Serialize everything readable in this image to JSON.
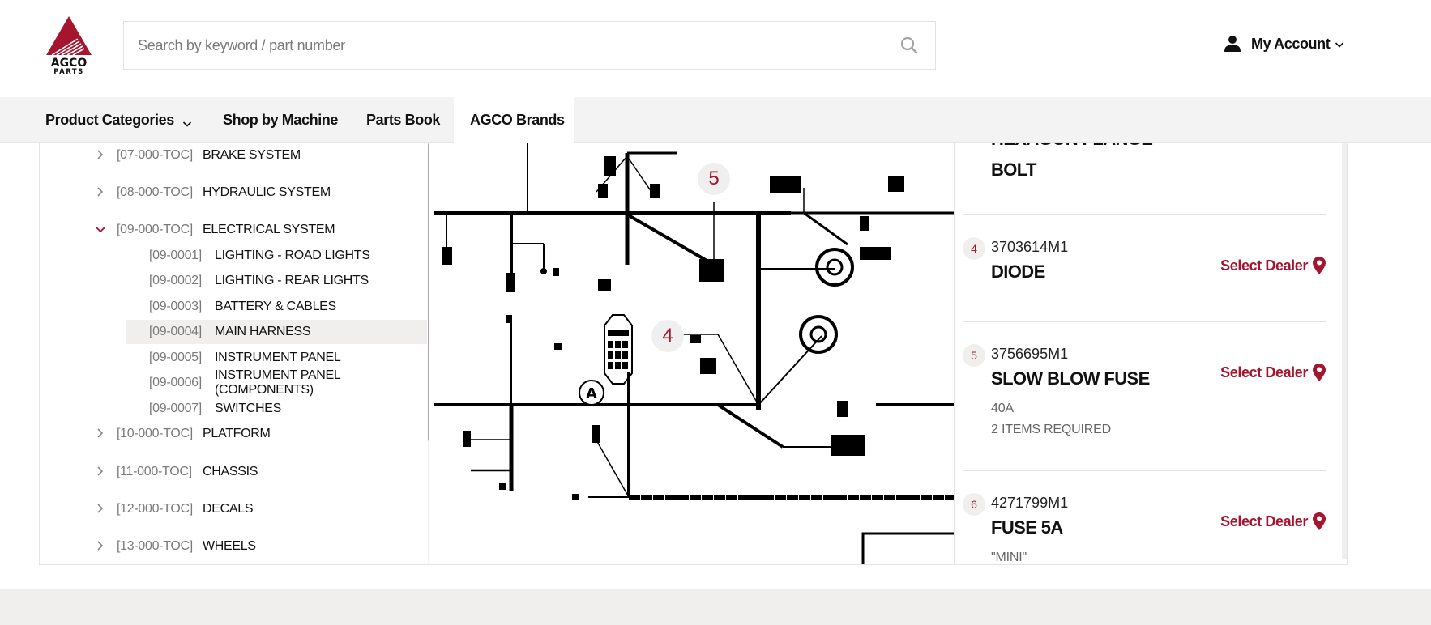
{
  "header": {
    "logo_text_top": "AGCO",
    "logo_text_bottom": "PARTS",
    "search": {
      "placeholder": "Search by keyword / part number",
      "value": ""
    },
    "account_label": "My Account"
  },
  "colors": {
    "brand": "#a5152e",
    "nav_bg": "#f3f3f3",
    "selected_row_bg": "#f0efed"
  },
  "nav": {
    "items": [
      {
        "label": "Product Categories",
        "has_dropdown": true
      },
      {
        "label": "Shop by Machine"
      },
      {
        "label": "Parts Book"
      },
      {
        "label": "AGCO Brands",
        "active": true
      }
    ]
  },
  "tree": {
    "items": [
      {
        "code": "[07-000-TOC]",
        "name": "BRAKE SYSTEM",
        "level": 1,
        "expanded": false
      },
      {
        "code": "[08-000-TOC]",
        "name": "HYDRAULIC SYSTEM",
        "level": 1,
        "expanded": false
      },
      {
        "code": "[09-000-TOC]",
        "name": "ELECTRICAL SYSTEM",
        "level": 1,
        "expanded": true
      },
      {
        "code": "[09-0001]",
        "name": "LIGHTING - ROAD LIGHTS",
        "level": 2
      },
      {
        "code": "[09-0002]",
        "name": "LIGHTING - REAR LIGHTS",
        "level": 2
      },
      {
        "code": "[09-0003]",
        "name": "BATTERY & CABLES",
        "level": 2
      },
      {
        "code": "[09-0004]",
        "name": "MAIN HARNESS",
        "level": 2,
        "selected": true
      },
      {
        "code": "[09-0005]",
        "name": "INSTRUMENT PANEL",
        "level": 2
      },
      {
        "code": "[09-0006]",
        "name": "INSTRUMENT PANEL (COMPONENTS)",
        "level": 2
      },
      {
        "code": "[09-0007]",
        "name": "SWITCHES",
        "level": 2
      },
      {
        "code": "[10-000-TOC]",
        "name": "PLATFORM",
        "level": 1,
        "expanded": false
      },
      {
        "code": "[11-000-TOC]",
        "name": "CHASSIS",
        "level": 1,
        "expanded": false
      },
      {
        "code": "[12-000-TOC]",
        "name": "DECALS",
        "level": 1,
        "expanded": false
      },
      {
        "code": "[13-000-TOC]",
        "name": "WHEELS",
        "level": 1,
        "expanded": false
      }
    ]
  },
  "diagram": {
    "callouts": [
      "5",
      "4"
    ],
    "marker_label": "A"
  },
  "parts": {
    "partial_top_name": "HEXAGON FLANGE",
    "partial_top_name_line2": "BOLT",
    "items": [
      {
        "ref": "4",
        "number": "3703614M1",
        "name": "DIODE",
        "notes": [],
        "action": "Select Dealer"
      },
      {
        "ref": "5",
        "number": "3756695M1",
        "name": "SLOW BLOW FUSE",
        "notes": [
          "40A",
          "2 ITEMS REQUIRED"
        ],
        "action": "Select Dealer"
      },
      {
        "ref": "6",
        "number": "4271799M1",
        "name": "FUSE 5A",
        "notes": [
          "\"MINI\""
        ],
        "action": "Select Dealer"
      }
    ]
  }
}
